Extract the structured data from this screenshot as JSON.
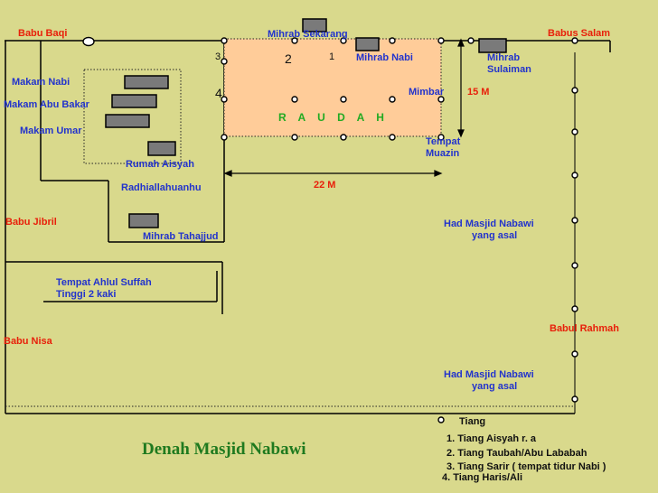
{
  "title": "Denah Masjid Nabawi",
  "raudah": "R    A    U    D    A    H",
  "column_numbers": [
    "1",
    "2",
    "3",
    "4"
  ],
  "gates": {
    "babu_baqi": "Babu Baqi",
    "babus_salam": "Babus Salam",
    "babu_jibril": "Babu Jibril",
    "babu_nisa": "Babu Nisa",
    "babul_rahmah": "Babul Rahmah"
  },
  "labels": {
    "mihrab_sekarang": "Mihrab Sekarang",
    "mihrab_nabi": "Mihrab Nabi",
    "mihrab_sulaiman": [
      "Mihrab",
      "Sulaiman"
    ],
    "mimbar": "Mimbar",
    "tempat_muazin": [
      "Tempat",
      "Muazin"
    ],
    "makam_nabi": "Makam Nabi",
    "makam_abu_bakar": "Makam Abu Bakar",
    "makam_umar": "Makam Umar",
    "rumah_aisyah": [
      "Rumah Aisyah",
      "Radhiallahuanhu"
    ],
    "mihrab_tahajjud": "Mihrab Tahajjud",
    "had_masjid_1": [
      "Had Masjid Nabawi",
      "yang asal"
    ],
    "had_masjid_2": [
      "Had Masjid Nabawi",
      "yang asal"
    ],
    "ahlul_suffah": [
      "Tempat Ahlul Suffah",
      "Tinggi 2 kaki"
    ]
  },
  "dimensions": {
    "width": "22 M",
    "height": "15 M"
  },
  "legend": {
    "tiang": "Tiang",
    "items": [
      "1. Tiang Aisyah r. a",
      "2. Tiang Taubah/Abu Lababah",
      "3. Tiang Sarir ( tempat tidur Nabi )",
      "4. Tiang Haris/Ali"
    ]
  },
  "colors": {
    "background": "#d9d98c",
    "raudah_fill": "#ffcc99",
    "gate_text": "#e8200a",
    "label_text": "#2233cc",
    "title_text": "#1f7a1f",
    "raudah_text": "#22aa22"
  }
}
